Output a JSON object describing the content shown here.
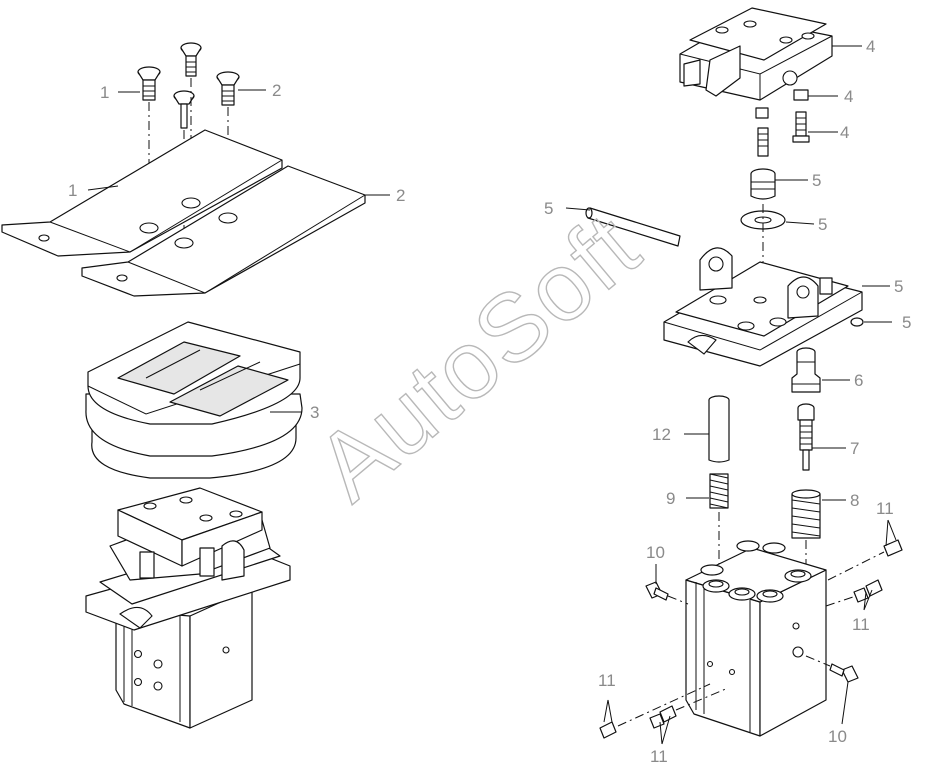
{
  "watermark": "AutoSoft",
  "callouts": [
    "1",
    "2",
    "1",
    "2",
    "3",
    "4",
    "4",
    "4",
    "5",
    "5",
    "5",
    "5",
    "5",
    "6",
    "12",
    "7",
    "9",
    "8",
    "10",
    "11",
    "11",
    "10",
    "11",
    "11"
  ]
}
